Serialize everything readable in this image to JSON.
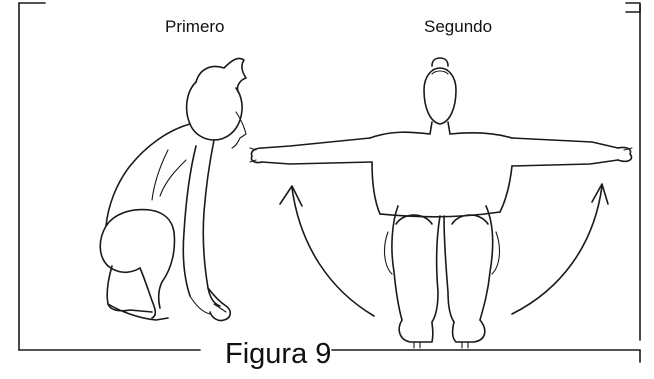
{
  "figure": {
    "label_first": "Primero",
    "label_second": "Segundo",
    "caption": "Figura 9"
  }
}
